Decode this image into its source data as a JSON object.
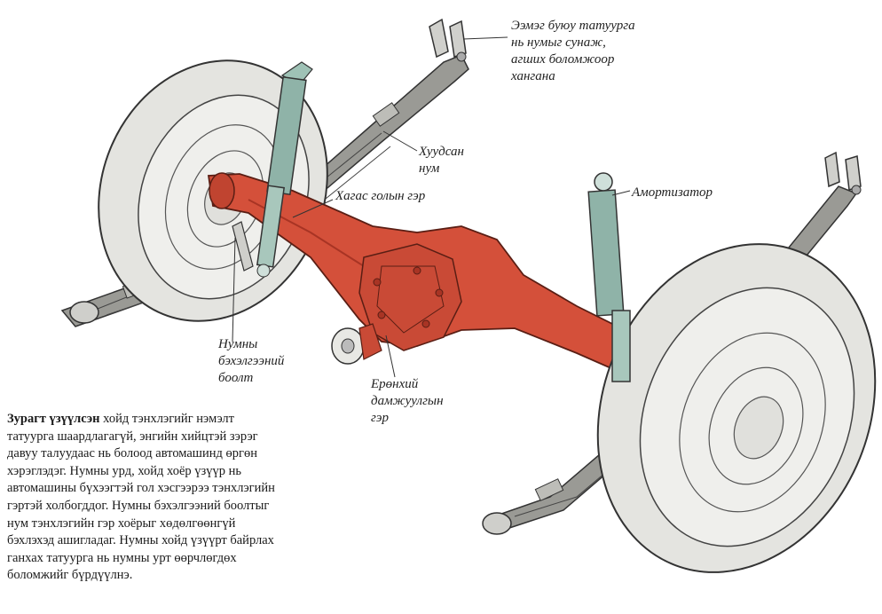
{
  "labels": {
    "top_right": [
      "Ээмэг буюу татуурга",
      "нь нумыг сунаж,",
      "агших боломжоор",
      "хангана"
    ],
    "leaf_spring": [
      "Хуудсан",
      "нум"
    ],
    "axle_housing": "Хагас голын гэр",
    "shock_absorber": "Амортизатор",
    "u_bolt": [
      "Нумны",
      "бэхэлгээний",
      "боолт"
    ],
    "differential": [
      "Ерөнхий",
      "дамжуулгын",
      "гэр"
    ]
  },
  "caption": {
    "bold_lead": "Зурагт үзүүлсэн",
    "first_line_rest": " хойд тэнхлэгийг нэмэлт",
    "lines": [
      "татуурга шаардлагагүй, энгийн хийцтэй зэрэг",
      "давуу талуудаас нь болоод автомашинд өргөн",
      "хэрэглэдэг. Нумны урд, хойд хоёр үзүүр нь",
      "автомашины бүхээгтэй гол хэсгээрээ тэнхлэгийн",
      "гэртэй холбогддог. Нумны бэхэлгээний боолтыг",
      "нум тэнхлэгийн гэр хоёрыг хөдөлгөөнгүй",
      "бэхлэхэд ашигладаг. Нумны хойд үзүүрт байрлах",
      "ганхах татуурга нь нумны урт өөрчлөгдөх",
      "боломжийг бүрдүүлнэ."
    ]
  },
  "colors": {
    "axle": "#d4503a",
    "axle_dark": "#a83424",
    "shock": "#8fb3a8",
    "tire": "#ededea",
    "spring": "#8a8a86"
  }
}
